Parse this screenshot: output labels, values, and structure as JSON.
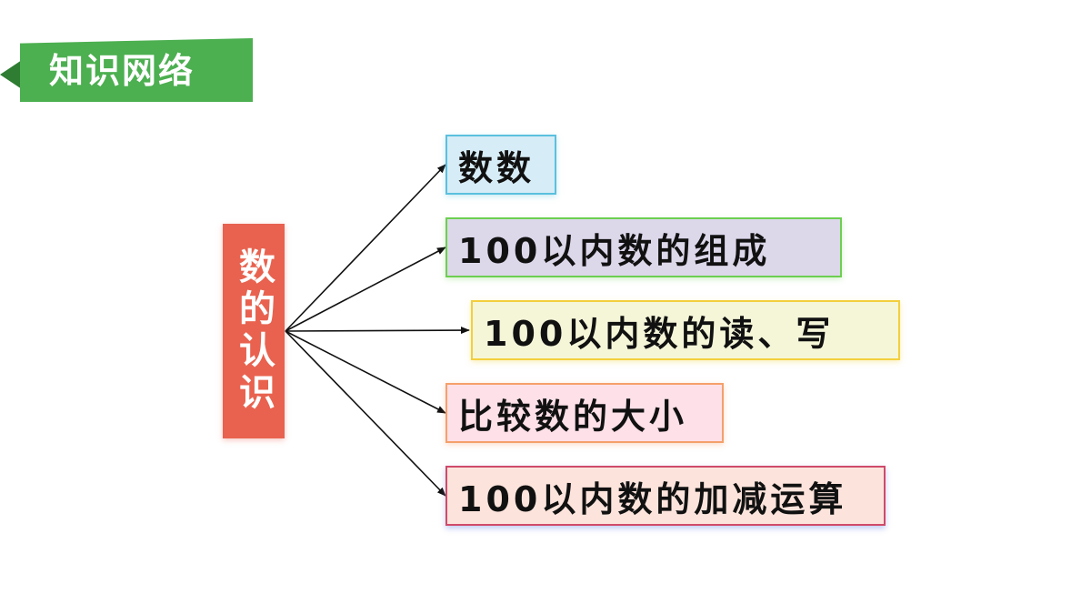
{
  "header": {
    "title": "知识网络",
    "color": "#4caf50"
  },
  "root": {
    "label": "数的认识",
    "color": "#e8624f"
  },
  "branches": [
    {
      "label": "数数"
    },
    {
      "label": "100以内数的组成"
    },
    {
      "label": "100以内数的读、写"
    },
    {
      "label": "比较数的大小"
    },
    {
      "label": "100以内数的加减运算"
    }
  ]
}
